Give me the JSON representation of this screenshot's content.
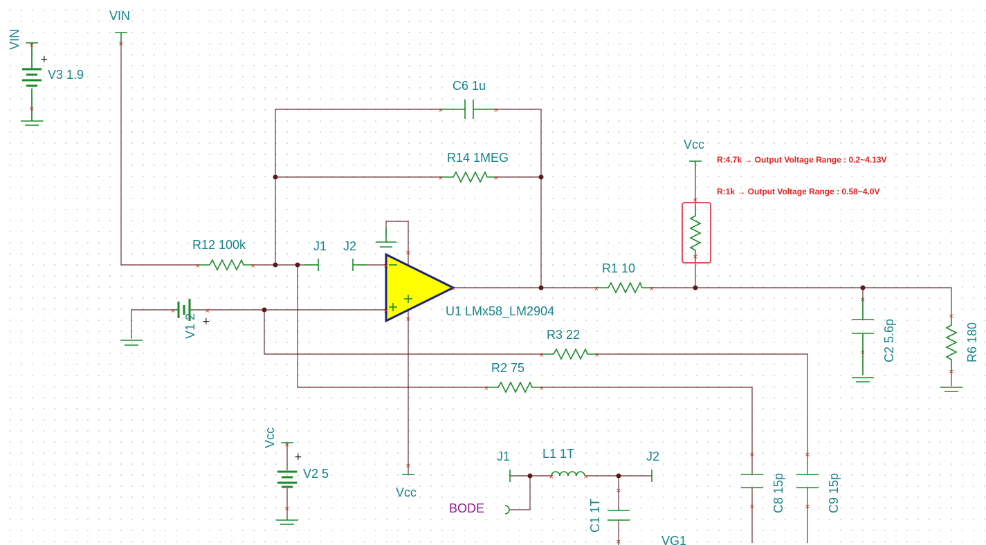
{
  "labels": {
    "vin_top": "VIN",
    "vin_side": "VIN",
    "v3": "V3 1.9",
    "c6": "C6 1u",
    "r14": "R14 1MEG",
    "r12": "R12 100k",
    "j1_a": "J1",
    "j2_a": "J2",
    "v1": "V1 2",
    "u1": "U1 LMx58_LM2904",
    "r1": "R1 10",
    "vcc_top": "Vcc",
    "c2": "C2 5.6p",
    "r6": "R6 180",
    "r3": "R3 22",
    "r2": "R2 75",
    "vcc_v2": "Vcc",
    "v2": "V2 5",
    "vcc_bottom": "Vcc",
    "j1_b": "J1",
    "l1": "L1 1T",
    "j2_b": "J2",
    "bode": "BODE",
    "c1": "C1 1T",
    "vg1": "VG1",
    "c8": "C8 15p",
    "c9": "C9 15p"
  },
  "annotations": {
    "note1": "R:4.7k → Output Voltage Range : 0.2~4.13V",
    "note2": "R:1k → Output Voltage Range : 0.58~4.0V"
  },
  "colors": {
    "wire": "#6b2f2f",
    "component": "#1a8a2a",
    "label": "#16848a",
    "opamp_fill": "#ffff00",
    "opamp_stroke": "#1a237e",
    "annotation": "#e02020",
    "highlight": "#e05060",
    "bode": "#8a1a8a"
  }
}
